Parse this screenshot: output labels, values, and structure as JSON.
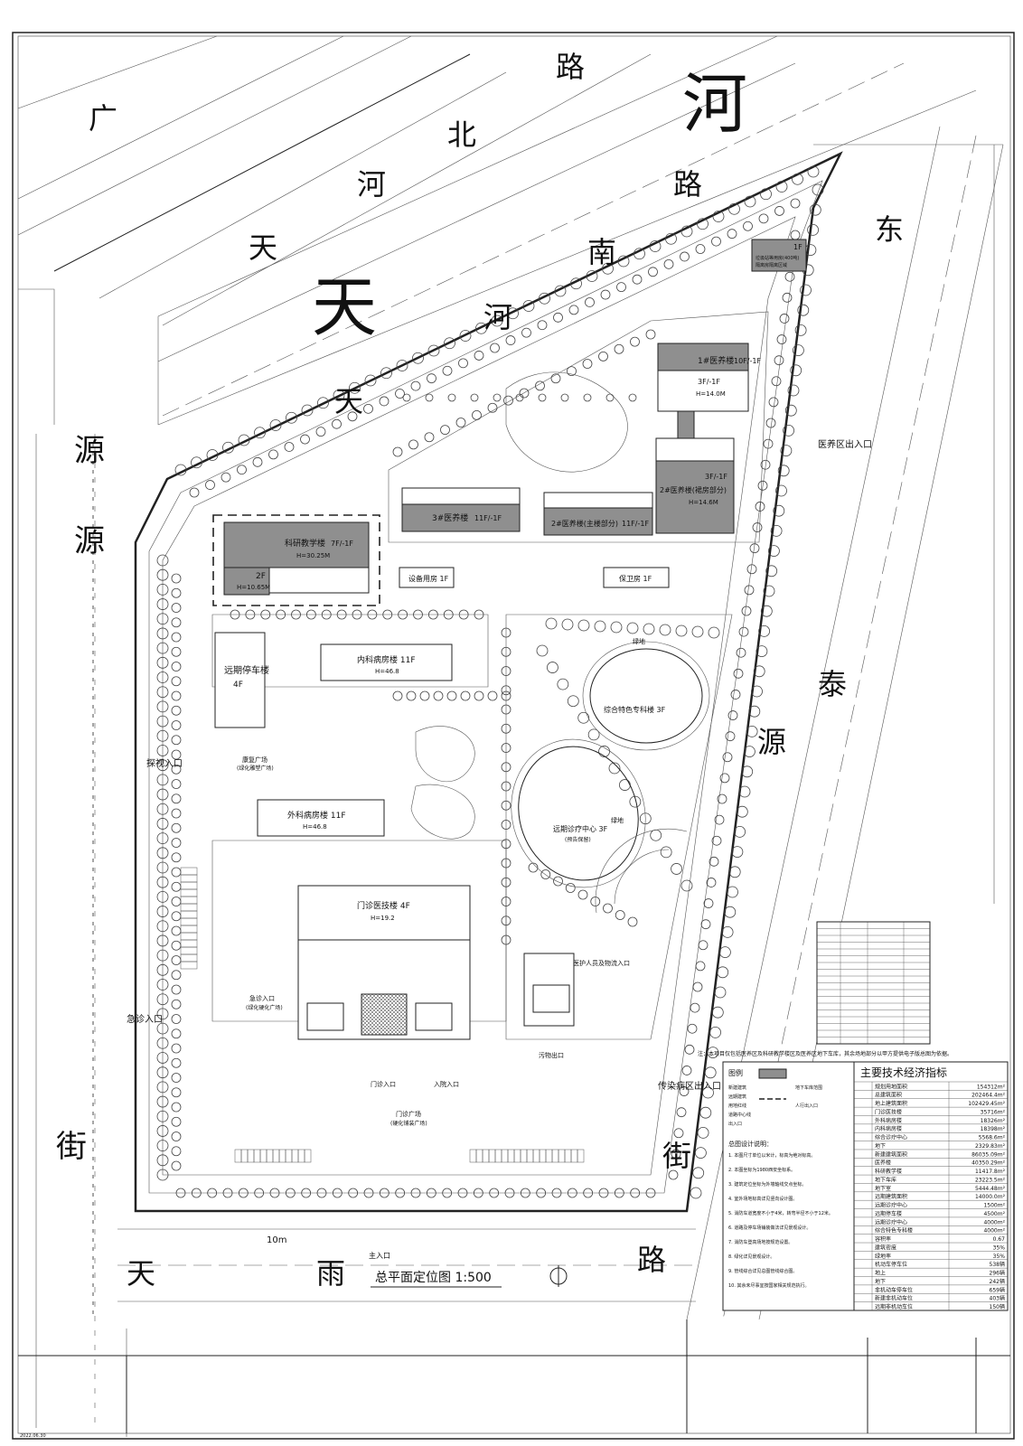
{
  "roads": {
    "tianhe_road": "河",
    "tianhe_north": [
      "路",
      "北",
      "河"
    ],
    "tianhe_south": [
      "路",
      "南",
      "河",
      "天"
    ],
    "guangyuan": [
      "广"
    ],
    "tian_big": "天",
    "tian_small_1": "天",
    "tian_small_2": "天",
    "tianyuan_left": [
      "源",
      "源",
      "街"
    ],
    "taiyuan_east": [
      "东",
      "泰",
      "源",
      "街",
      "路"
    ],
    "tianyu_bottom": [
      "天",
      "雨",
      "路"
    ]
  },
  "buildings": {
    "keyan": "科研教学楼",
    "keyan_floors": "7F/-1F",
    "keyan_h": "H=30.25M",
    "keyan_2f": "2F",
    "keyan_2f_h": "H=10.65M",
    "yanglou1": "1#医养楼",
    "yanglou1_floors": "10F/-1F",
    "yanglou1_3f": "3F/-1F",
    "yanglou1_h": "H=14.0M",
    "yanglou2": "2#医养楼(裙房部分)",
    "yanglou2_floors": "3F/-1F",
    "yanglou2_h": "H=14.6M",
    "yanglou3": "3#医养楼",
    "yanglou3_floors": "11F/-1F",
    "yanglou4": "2#医养楼(主楼部分)",
    "yanglou4_floors": "11F/-1F",
    "shebei": "设备用房 1F",
    "baowei": "保卫房 1F",
    "parking": "远期停车楼",
    "parking_f": "4F",
    "neike": "内科病房楼 11F",
    "neike_h": "H=46.8",
    "waike": "外科病房楼 11F",
    "waike_h": "H=46.8",
    "menzhen": "门诊医技楼 4F",
    "menzhen_h": "H=19.2",
    "zonghe": "综合特色专科楼 3F",
    "yuanqi": "远期诊疗中心 3F",
    "yuanqi_sub": "(预告保留)",
    "garbage": "垃圾站等用房(400吨)",
    "garbage_sub": "隔离房隔离区域",
    "garbage_f": "1F",
    "plaza1": "康复广场",
    "plaza1_sub": "(绿化雕塑广场)",
    "plaza2": "急诊入口",
    "plaza2_sub": "(绿化硬化广场)",
    "plaza3": "门诊广场",
    "plaza3_sub": "(硬化铺装广场)",
    "green": "绿地"
  },
  "entrances": {
    "yijie": "医养区出入口",
    "tanshi": "探视入口",
    "jizhen": "急诊入口",
    "chuanran": "传染病区出入口",
    "zhu": "主入口",
    "menzhen_in": "门诊入口",
    "ruyuan": "入院入口",
    "yiliao": "医护人员及物流入口",
    "wuran": "污物出口"
  },
  "plan_title": "总平面定位图 1:500",
  "scale_10m": "10m",
  "north_note": "注：本项目仅包括医养区及科研教学楼区及医养区地下车库，其余场地部分以甲方提供电子版总图为依据。",
  "legend": {
    "title": "图例",
    "items": [
      "新建建筑",
      "远期建筑",
      "用地红线",
      "道路中心线",
      "出入口",
      "地下车库范围",
      "人行出入口"
    ]
  },
  "notes": {
    "title": "总图设计说明：",
    "lines": [
      "1. 本图尺寸单位以米计，标高为绝对标高。",
      "2. 本图坐标为1980西安坐标系。",
      "3. 建筑定位坐标为外墙轴线交点坐标。",
      "4. 室外场地标高详见竖向设计图。",
      "5. 消防车道宽度不小于4米，转弯半径不小于12米。",
      "6. 道路及停车场铺装做法详见景观设计。",
      "7. 消防车登高场地按规范设置。",
      "8. 绿化详见景观设计。",
      "9. 管线综合详见总图管线综合图。",
      "10. 其余未尽事宜按国家相关规范执行。"
    ]
  },
  "tech": {
    "title": "主要技术经济指标",
    "rows": [
      [
        "规划用地面积",
        "154312m²"
      ],
      [
        "总建筑面积",
        "202464.4m²"
      ],
      [
        "地上建筑面积",
        "102429.45m²"
      ],
      [
        "门诊医技楼",
        "35716m²"
      ],
      [
        "外科病房楼",
        "18326m²"
      ],
      [
        "内科病房楼",
        "18398m²"
      ],
      [
        "综合诊疗中心",
        "5568.6m²"
      ],
      [
        "地下",
        "2329.83m²"
      ],
      [
        "新建建筑面积",
        "86035.09m²"
      ],
      [
        "医养楼",
        "40350.29m²"
      ],
      [
        "科研教学楼",
        "11417.8m²"
      ],
      [
        "地下车库",
        "23223.5m²"
      ],
      [
        "地下室",
        "5444.48m²"
      ],
      [
        "远期建筑面积",
        "14000.0m²"
      ],
      [
        "远期诊疗中心",
        "1500m²"
      ],
      [
        "远期停车楼",
        "4500m²"
      ],
      [
        "远期诊疗中心",
        "4000m²"
      ],
      [
        "综合特色专科楼",
        "4000m²"
      ],
      [
        "容积率",
        "0.67"
      ],
      [
        "建筑密度",
        "35%"
      ],
      [
        "绿地率",
        "35%"
      ],
      [
        "机动车停车位",
        "538辆"
      ],
      [
        "地上",
        "296辆"
      ],
      [
        "地下",
        "242辆"
      ],
      [
        "非机动车停车位",
        "659辆"
      ],
      [
        "新建非机动车位",
        "403辆"
      ],
      [
        "远期非机动车位",
        "150辆"
      ]
    ]
  },
  "footer_date": "2022.06.30"
}
